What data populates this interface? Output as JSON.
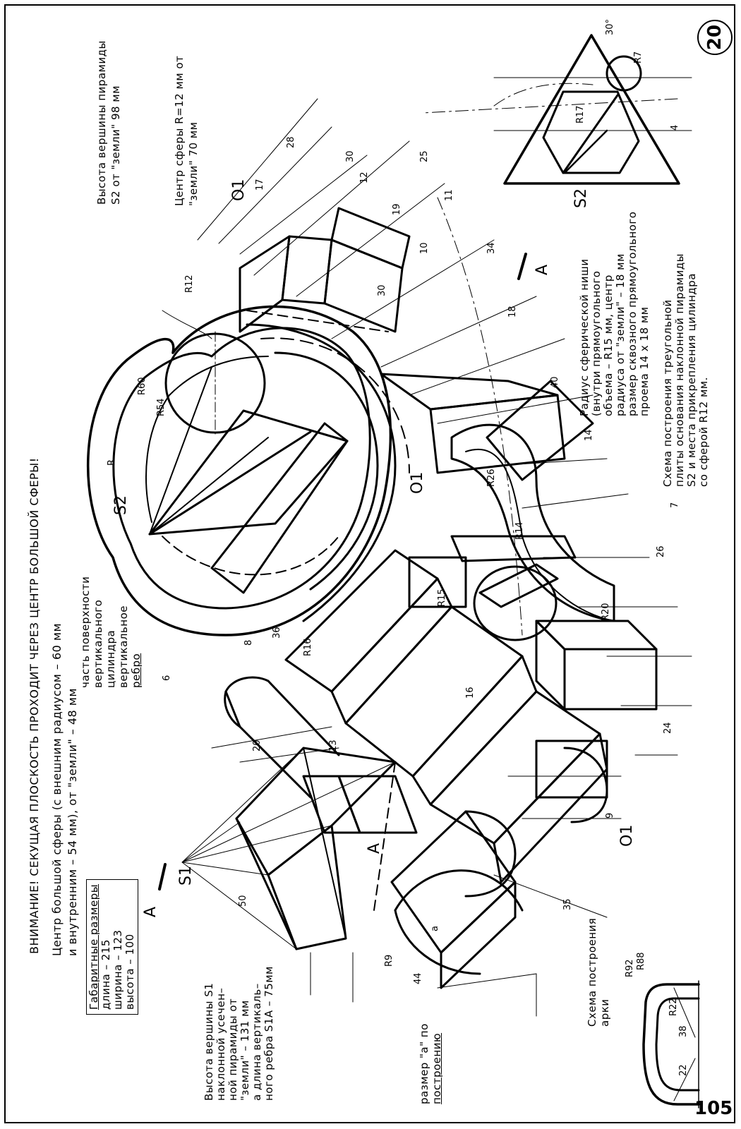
{
  "page": {
    "sheet_number": "20",
    "page_number": "105"
  },
  "notes": {
    "warning": "ВНИМАНИЕ! СЕКУЩАЯ ПЛОСКОСТЬ ПРОХОДИТ ЧЕРЕЗ ЦЕНТР БОЛЬШОЙ СФЕРЫ!",
    "sphere_center_line1": "Центр большой сферы (с внешним радиусом – 60 мм",
    "sphere_center_line2": "и внутренним  – 54 мм), от \"земли\" – 48 мм",
    "cylinder_surface_line1": "часть поверхности",
    "cylinder_surface_line2": "вертикального",
    "cylinder_surface_line3": "цилиндра",
    "vertical_edge_line1": "вертикальное",
    "vertical_edge_line2": "ребро",
    "overall_title": "Габаритные размеры",
    "overall_length": "длина – 215",
    "overall_width": "ширина – 123",
    "overall_height": "высота – 100",
    "s1_line1": "Высота вершины S1",
    "s1_line2": "наклонной усечен–",
    "s1_line3": "ной пирамиды от",
    "s1_line4": "\"земли\" – 131 мм",
    "s1_line5": "а длина вертикаль–",
    "s1_line6": "ного ребра S1A – 75мм",
    "size_a_line1": "размер \"a\" по",
    "size_a_line2": "построению",
    "arch_scheme_line1": "Схема построения",
    "arch_scheme_line2": "арки",
    "s2_height_line1": "Высота вершины пирамиды",
    "s2_height_line2": "S2 от \"земли\" 98 мм",
    "small_sphere_line1": "Центр сферы R=12 мм от",
    "small_sphere_line2": "\"земли\" 70 мм",
    "niche_line1": "Радиус сферической ниши",
    "niche_line2": "(внутри прямоугольного",
    "niche_line3": "объема – R15 мм, центр",
    "niche_line4": "радиуса от \"земли\" – 18 мм",
    "niche_line5": "размер сквозного прямоугольного",
    "niche_line6": "проема 14 x 18 мм",
    "tri_scheme_line1": "Схема построения треугольной",
    "tri_scheme_line2": "плиты основания наклонной пирамиды",
    "tri_scheme_line3": "S2 и места прикрепления цилиндра",
    "tri_scheme_line4": "со сферой R12 мм."
  },
  "labels": {
    "S1": "S1",
    "S2": "S2",
    "S2_tri": "S2",
    "A_left": "A",
    "A_right": "A",
    "O1_top": "O1",
    "O1_mid": "O1",
    "O1_bottom": "O1",
    "A_point": "A",
    "a_point": "a"
  },
  "dims": {
    "d17": "17",
    "d28": "28",
    "d30": "30",
    "d12": "12",
    "d25": "25",
    "d19": "19",
    "d10": "10",
    "d11": "11",
    "d34": "34",
    "d18": "18",
    "d40": "40",
    "d14": "14",
    "d36": "36",
    "d24": "24",
    "d8": "8",
    "d9": "9",
    "d6": "6",
    "d20": "20",
    "d13": "13",
    "d50": "50",
    "d44": "44",
    "d35": "35",
    "d4": "4",
    "d22": "22",
    "d38": "38",
    "d7": "7",
    "d26": "26",
    "d16": "16",
    "R": "R",
    "R7": "R7",
    "R12": "R12",
    "R17": "R17",
    "R54": "R54",
    "R60": "R60",
    "R9": "R9",
    "R14": "R14",
    "R15": "R15",
    "R26": "R26",
    "R22": "R22",
    "R88": "R88",
    "R92": "R92",
    "R16": "R16",
    "R20": "R20",
    "ang30": "30°",
    "dim30": "30"
  }
}
